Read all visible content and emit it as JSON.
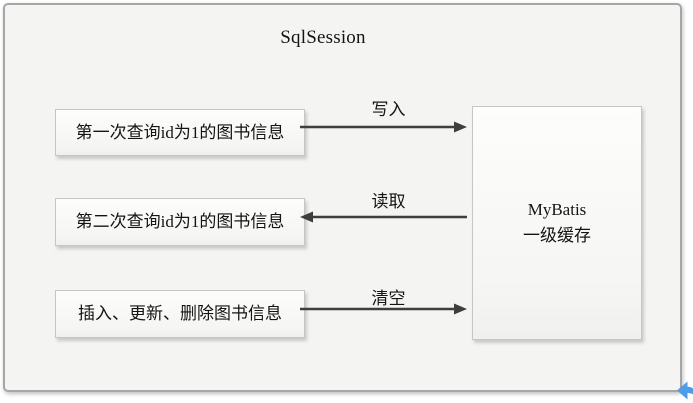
{
  "title": "SqlSession",
  "left_boxes": [
    {
      "label": "第一次查询id为1的图书信息"
    },
    {
      "label": "第二次查询id为1的图书信息"
    },
    {
      "label": "插入、更新、删除图书信息"
    }
  ],
  "cache_box": {
    "line1": "MyBatis",
    "line2": "一级缓存"
  },
  "arrows": [
    {
      "label": "写入",
      "direction": "right"
    },
    {
      "label": "读取",
      "direction": "left"
    },
    {
      "label": "清空",
      "direction": "right"
    }
  ],
  "icons": {
    "back_arrow": "blue-reply-arrow"
  },
  "colors": {
    "arrow_line": "#3e3e3e",
    "frame_border": "#a6a6a6",
    "box_border": "#c6c6c3",
    "canvas_background": "#f4f4f2",
    "back_arrow_blue": "#4f9ce8"
  }
}
